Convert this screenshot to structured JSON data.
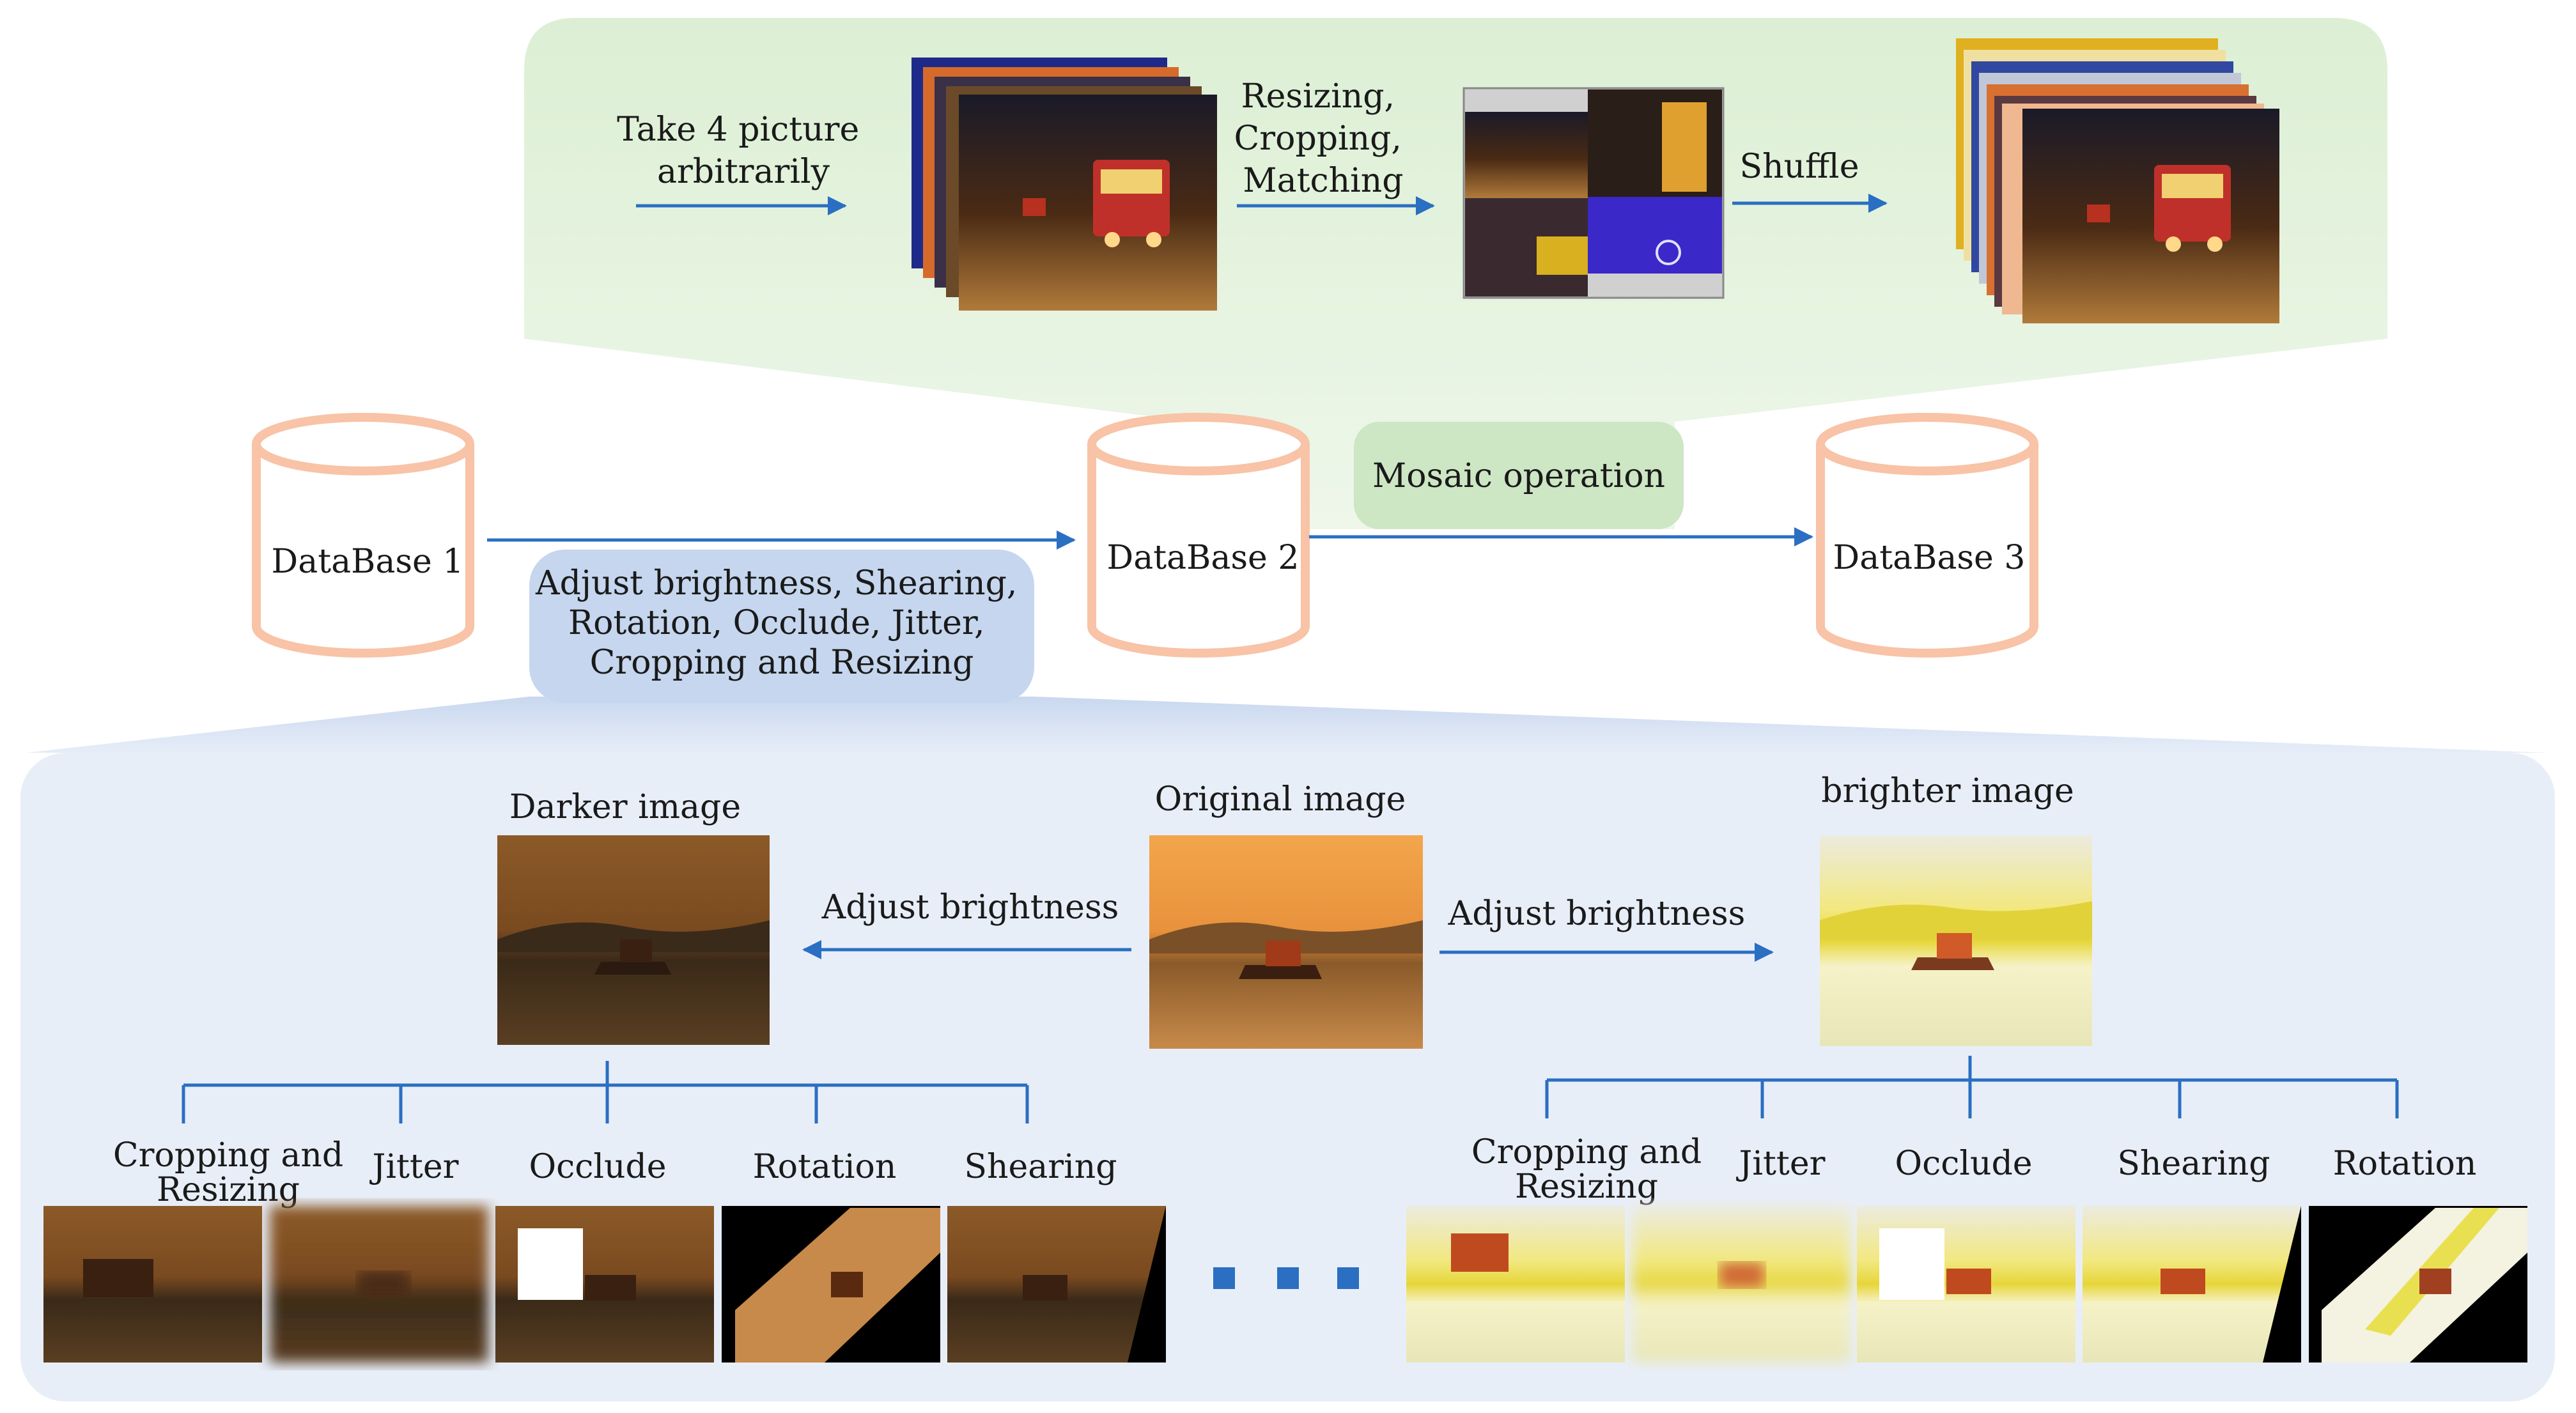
{
  "mosaic": {
    "step1": [
      "Take 4 picture",
      "arbitrarily"
    ],
    "step2": [
      "Resizing,",
      "Cropping,",
      "Matching"
    ],
    "step3": "Shuffle",
    "tab": "Mosaic operation"
  },
  "databases": [
    "DataBase 1",
    "DataBase 2",
    "DataBase 3"
  ],
  "augment_tab": [
    "Adjust brightness, Shearing,",
    "Rotation, Occlude,  Jitter,",
    "Cropping and Resizing"
  ],
  "lower": {
    "darker": "Darker image",
    "original": "Original image",
    "brighter": "brighter image",
    "adjust_left": "Adjust brightness",
    "adjust_right": "Adjust brightness",
    "left_ops": [
      "Cropping and|Resizing",
      "Jitter",
      "Occlude",
      "Rotation",
      "Shearing"
    ],
    "right_ops": [
      "Cropping and|Resizing",
      "Jitter",
      "Occlude",
      "Shearing",
      "Rotation"
    ]
  },
  "colors": {
    "arrow": "#2a6fc2",
    "mosaic_panel": "#e4f1df",
    "mosaic_tab": "#cde6c4",
    "augment_panel": "#e8eef8",
    "augment_tab": "#c5d6ee",
    "cylinder": "#f8c3a6"
  }
}
